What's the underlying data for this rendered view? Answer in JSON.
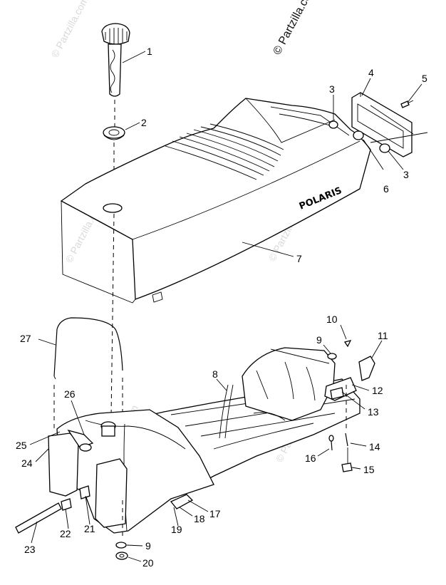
{
  "watermarks": {
    "top_right": "© Partzilla.com",
    "faint": "© Partzilla.com"
  },
  "seat": {
    "logo_text": "POLARIS"
  },
  "callouts": [
    "1",
    "2",
    "3",
    "4",
    "5",
    "3",
    "6",
    "7",
    "8",
    "9",
    "10",
    "11",
    "12",
    "13",
    "14",
    "15",
    "16",
    "17",
    "18",
    "19",
    "20",
    "21",
    "22",
    "23",
    "24",
    "25",
    "26",
    "27",
    "9"
  ]
}
